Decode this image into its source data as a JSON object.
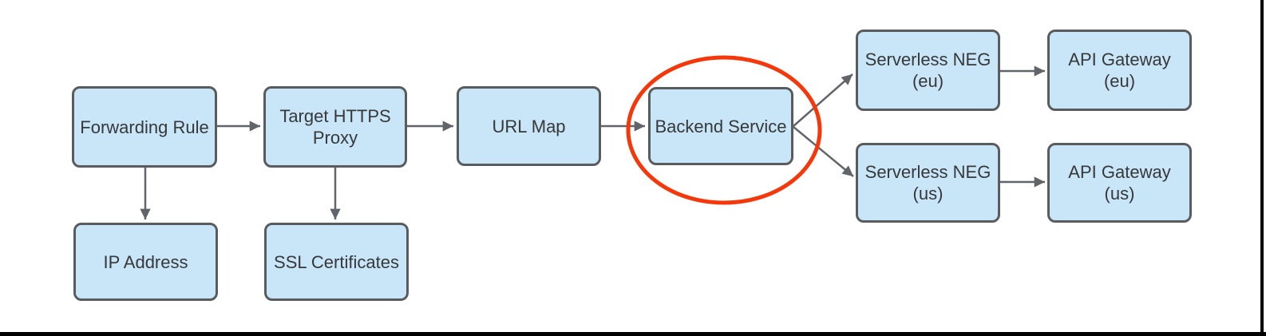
{
  "diagram": {
    "nodes": [
      {
        "id": "forwarding-rule",
        "label": "Forwarding Rule"
      },
      {
        "id": "target-https-proxy",
        "label": "Target HTTPS Proxy"
      },
      {
        "id": "url-map",
        "label": "URL Map"
      },
      {
        "id": "backend-service",
        "label": "Backend Service"
      },
      {
        "id": "ip-address",
        "label": "IP Address"
      },
      {
        "id": "ssl-certificates",
        "label": "SSL Certificates"
      },
      {
        "id": "serverless-neg-eu",
        "label": "Serverless NEG (eu)"
      },
      {
        "id": "api-gateway-eu",
        "label": "API Gateway (eu)"
      },
      {
        "id": "serverless-neg-us",
        "label": "Serverless NEG (us)"
      },
      {
        "id": "api-gateway-us",
        "label": "API Gateway (us)"
      }
    ],
    "edges": [
      {
        "from": "forwarding-rule",
        "to": "target-https-proxy"
      },
      {
        "from": "forwarding-rule",
        "to": "ip-address"
      },
      {
        "from": "target-https-proxy",
        "to": "url-map"
      },
      {
        "from": "target-https-proxy",
        "to": "ssl-certificates"
      },
      {
        "from": "url-map",
        "to": "backend-service"
      },
      {
        "from": "backend-service",
        "to": "serverless-neg-eu"
      },
      {
        "from": "backend-service",
        "to": "serverless-neg-us"
      },
      {
        "from": "serverless-neg-eu",
        "to": "api-gateway-eu"
      },
      {
        "from": "serverless-neg-us",
        "to": "api-gateway-us"
      }
    ],
    "annotation": {
      "shape": "ellipse",
      "highlights": "Backend Service"
    },
    "colors": {
      "node_fill": "#c9e6f8",
      "node_border": "#595c5f",
      "node_text": "#363839",
      "arrow": "#616569",
      "highlight": "#f5380b",
      "frame": "#000000"
    }
  }
}
